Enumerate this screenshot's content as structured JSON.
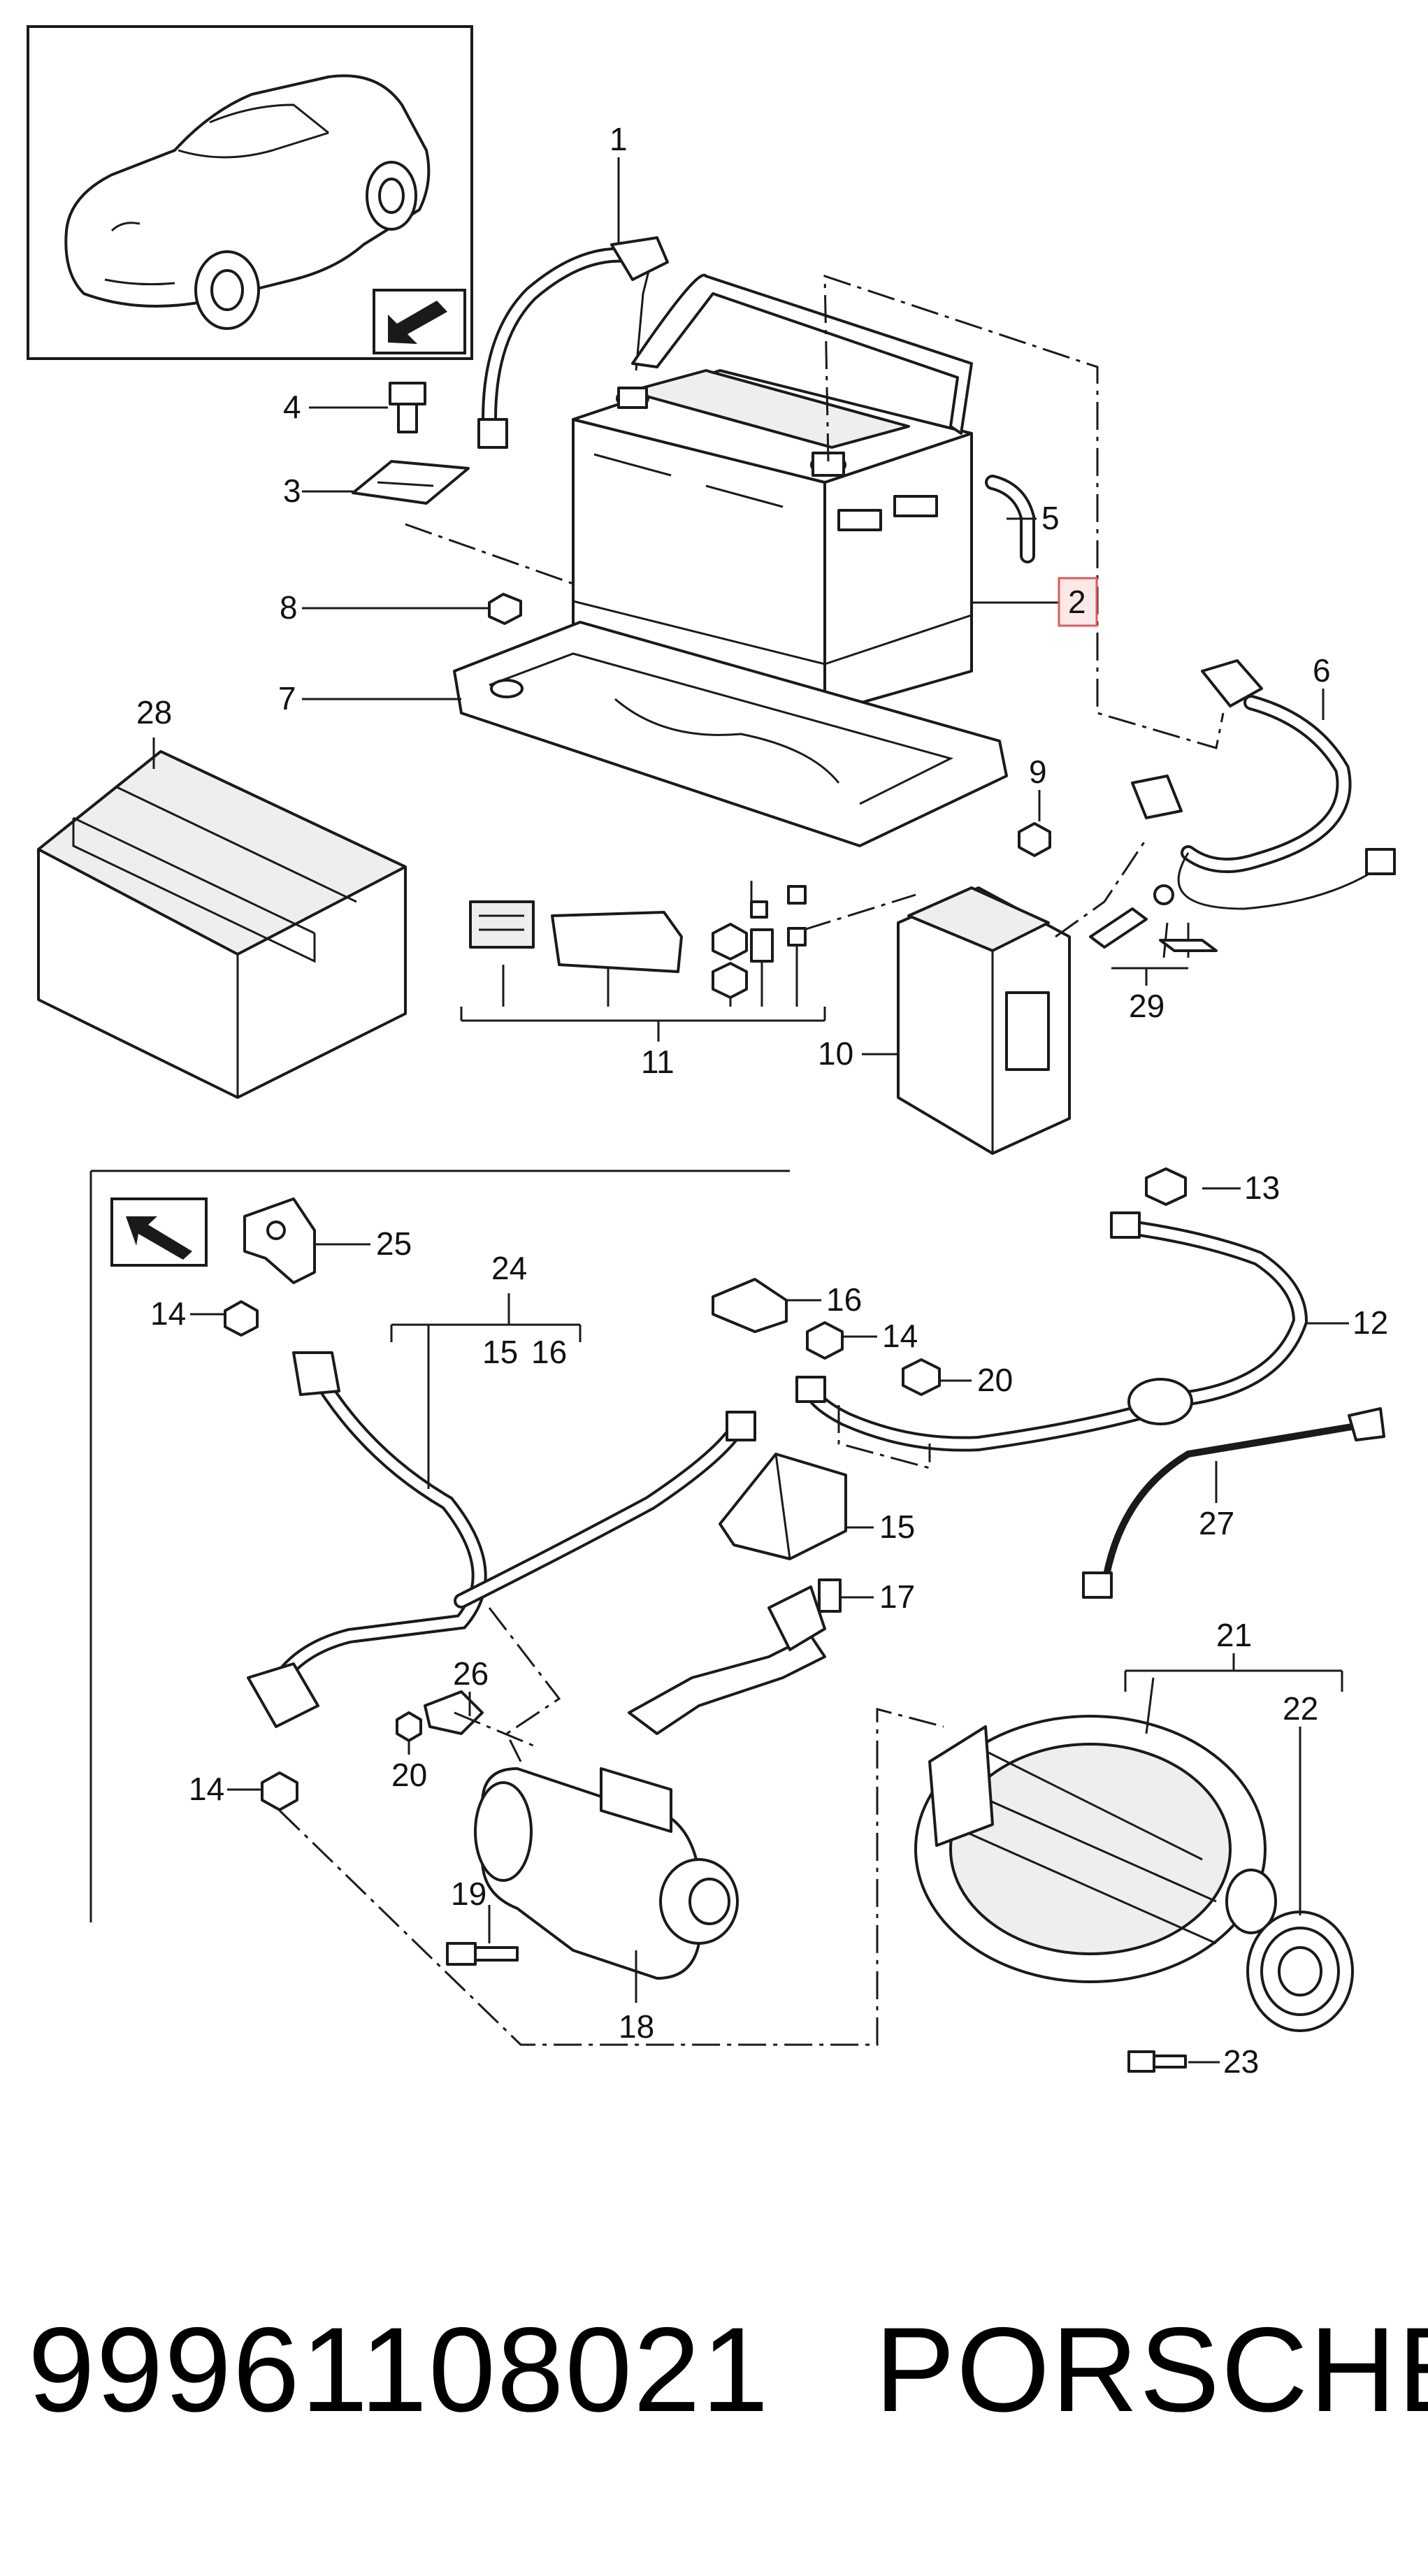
{
  "callouts": {
    "c1": "1",
    "c2": "2",
    "c3": "3",
    "c4": "4",
    "c5": "5",
    "c6": "6",
    "c7": "7",
    "c8": "8",
    "c9": "9",
    "c10": "10",
    "c11": "11",
    "c12": "12",
    "c13": "13",
    "c14a": "14",
    "c14b": "14",
    "c14c": "14",
    "c15a": "15",
    "c15b": "15",
    "c16a": "16",
    "c16b": "16",
    "c17": "17",
    "c18": "18",
    "c19": "19",
    "c20a": "20",
    "c20b": "20",
    "c21": "21",
    "c22": "22",
    "c23": "23",
    "c24": "24",
    "c25": "25",
    "c26": "26",
    "c27": "27",
    "c28": "28",
    "c29": "29"
  },
  "highlight_color": "#e05a5a",
  "footer": {
    "part_number": "99961108021",
    "brand": "PORSCHE"
  }
}
